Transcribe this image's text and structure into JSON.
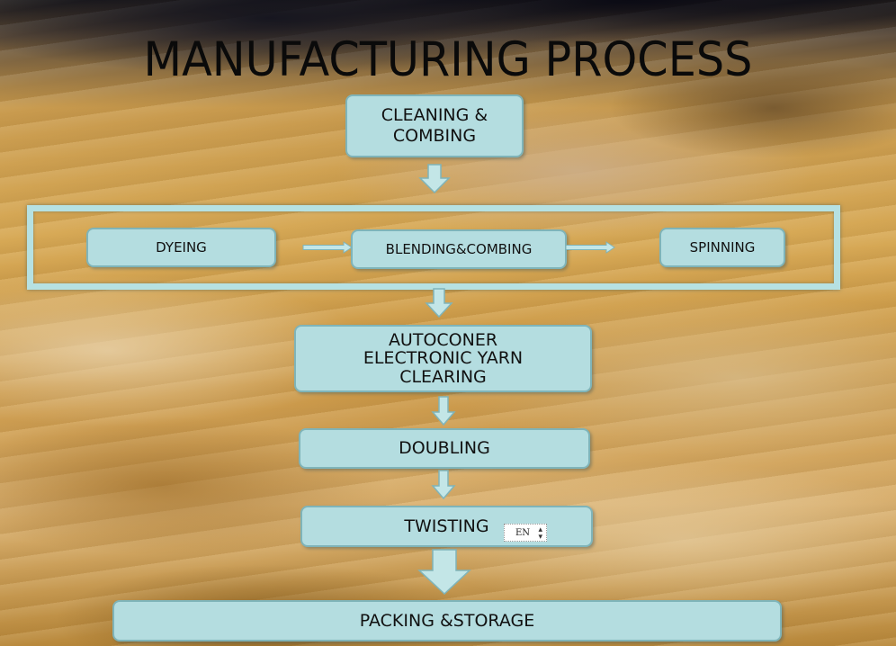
{
  "title": "MANUFACTURING PROCESS",
  "steps": {
    "cleaning_line1": "CLEANING &",
    "cleaning_line2": "COMBING",
    "dyeing": "DYEING",
    "blending": "BLENDING&COMBING",
    "spinning": "SPINNING",
    "autoconer_line1": "AUTOCONER",
    "autoconer_line2": "ELECTRONIC YARN",
    "autoconer_line3": "CLEARING",
    "doubling": "DOUBLING",
    "twisting": "TWISTING",
    "packing": "PACKING &STORAGE"
  },
  "language_selector": {
    "value": "EN"
  },
  "colors": {
    "box_fill": "#b4dde0",
    "box_border": "#7fb4b9",
    "arrow_fill": "#c3e6e7",
    "title": "#0a0a0a"
  }
}
